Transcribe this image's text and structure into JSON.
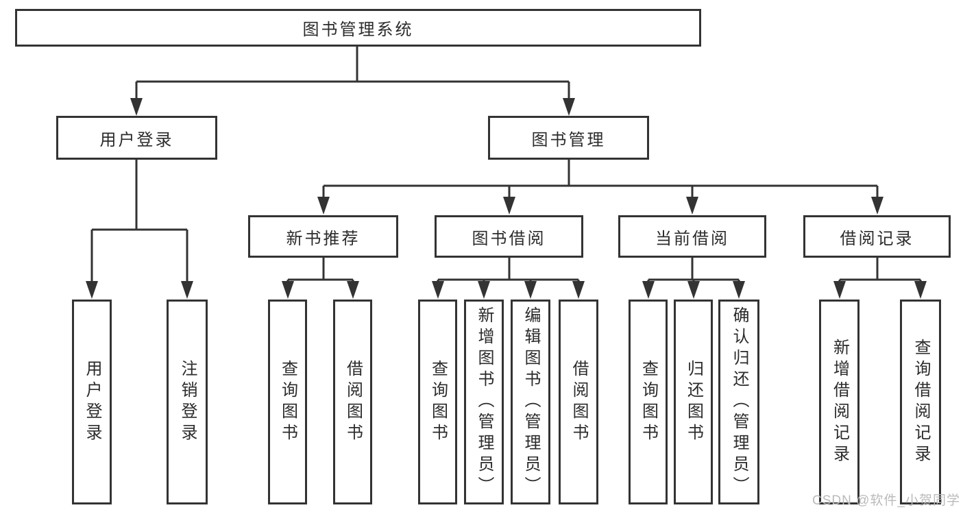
{
  "diagram": {
    "root": {
      "label": "图书管理系统",
      "children": [
        {
          "label": "用户登录",
          "children": [
            {
              "label": "用户登录"
            },
            {
              "label": "注销登录"
            }
          ]
        },
        {
          "label": "图书管理",
          "children": [
            {
              "label": "新书推荐",
              "children": [
                {
                  "label": "查询图书"
                },
                {
                  "label": "借阅图书"
                }
              ]
            },
            {
              "label": "图书借阅",
              "children": [
                {
                  "label": "查询图书"
                },
                {
                  "label": "新增图书（管理员）"
                },
                {
                  "label": "编辑图书（管理员）"
                },
                {
                  "label": "借阅图书"
                }
              ]
            },
            {
              "label": "当前借阅",
              "children": [
                {
                  "label": "查询图书"
                },
                {
                  "label": "归还图书"
                },
                {
                  "label": "确认归还（管理员）"
                }
              ]
            },
            {
              "label": "借阅记录",
              "children": [
                {
                  "label": "新增借阅记录"
                },
                {
                  "label": "查询借阅记录"
                }
              ]
            }
          ]
        }
      ]
    },
    "watermark": "CSDN @软件_小贺同学",
    "colors": {
      "line": "#333333",
      "box_border": "#333333",
      "box_fill": "#ffffff",
      "text": "#2b2b2b",
      "watermark": "#bababa"
    }
  }
}
